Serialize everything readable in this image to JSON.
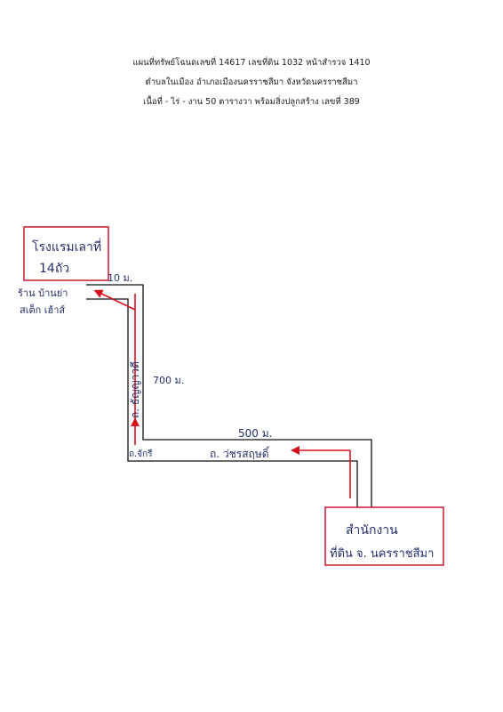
{
  "header": {
    "line1": "แผนที่ทรัพย์โฉนดเลขที่ 14617 เลขที่ดิน 1032 หน้าสำรวจ 1410",
    "line2": "ตำบลในเมือง  อำเภอเมืองนครราชสีมา  จังหวัดนครราชสีมา",
    "line3": "เนื้อที่  - ไร่  - งาน  50 ตารางวา  พร้อมสิ่งปลูกสร้าง เลขที่ 389"
  },
  "map": {
    "hotel_box": {
      "line1": "โรงแรมเลาที่",
      "line2": "14ถัว"
    },
    "shop_label": {
      "line1": "ร้าน บ้านย่า",
      "line2": "สเต็ก เฮ้าส์"
    },
    "dist_10m": "10 ม.",
    "dist_700m": "700 ม.",
    "dist_500m": "500 ม.",
    "road_vertical": "ถ. ธัญญาวดี",
    "road_junction": "ถ.จักรี",
    "road_horizontal": "ถ. ว่ชรสฤษดิ์",
    "office_box": {
      "line1": "สำนักงาน",
      "line2": "ที่ดิน จ. นครราชสีมา"
    },
    "colors": {
      "route": "#d6121f",
      "road": "#111111",
      "box": "#c8192b",
      "handwriting": "#24306a"
    }
  }
}
